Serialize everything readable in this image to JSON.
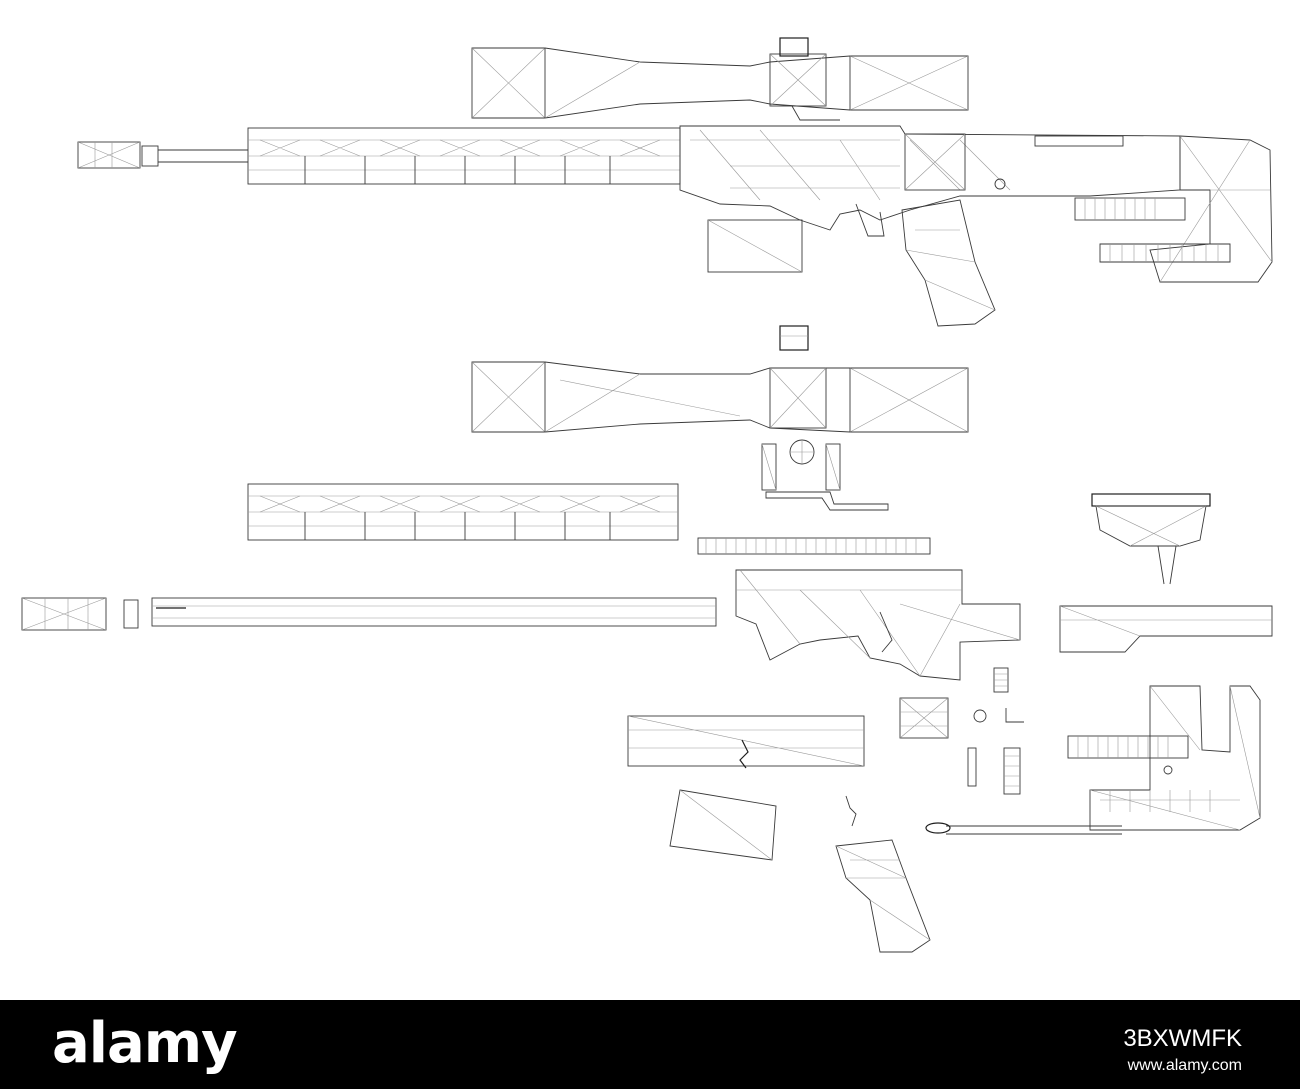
{
  "footer": {
    "brand": "alamy",
    "image_id": "3BXWMFK",
    "site": "www.alamy.com"
  },
  "colors": {
    "background": "#ffffff",
    "wire": "#3a3a3a",
    "footer_bg": "#000000",
    "footer_text": "#ffffff"
  }
}
